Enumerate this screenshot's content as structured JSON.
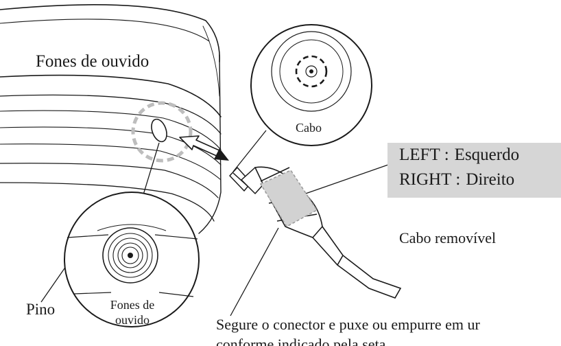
{
  "labels": {
    "headphones": "Fones de ouvido",
    "cable": "Cabo",
    "pin": "Pino",
    "headphones_inset": "Fones de ouvido",
    "left_key": "LEFT",
    "left_value": "Esquerdo",
    "right_key": "RIGHT",
    "right_value": "Direito",
    "separator": ":",
    "removable_cable": "Cabo removível",
    "instruction_line1": "Segure o conector e puxe ou empurre em ur",
    "instruction_line2": "conforme indicado pela seta."
  },
  "colors": {
    "ink": "#1a1a1a",
    "label_box": "#d6d6d6",
    "dashed_highlight": "#bdbdbd",
    "shading": "#d2d2d2"
  }
}
